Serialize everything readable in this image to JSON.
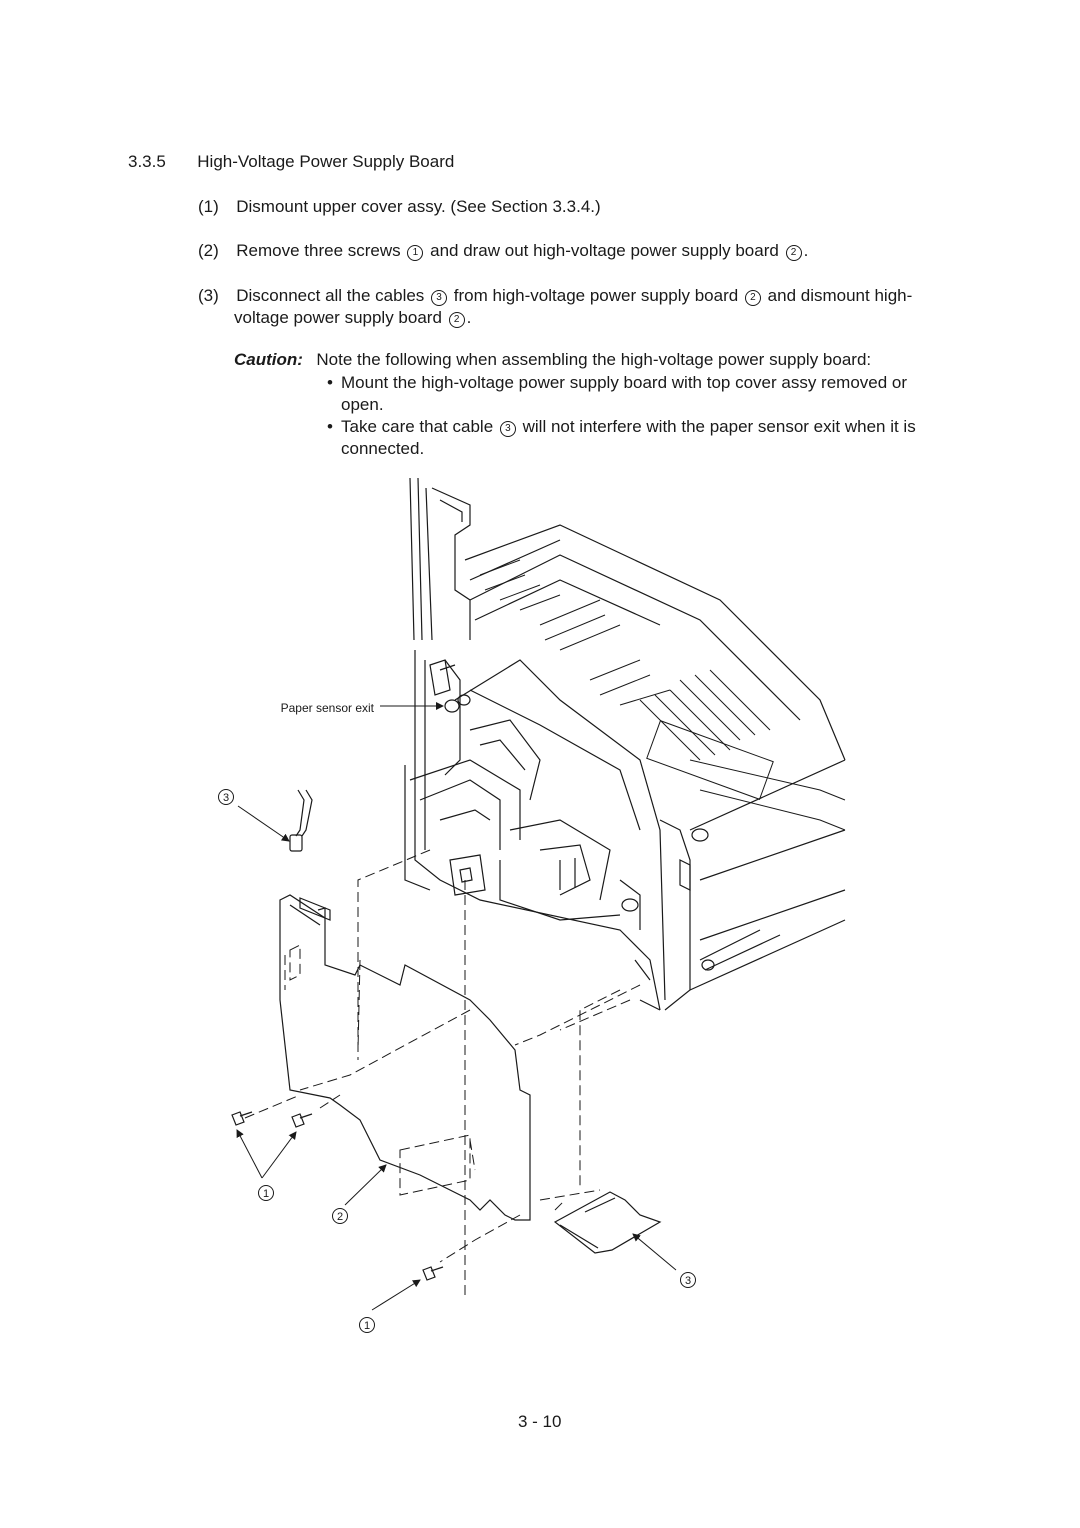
{
  "section": {
    "number": "3.3.5",
    "title": "High-Voltage Power Supply Board"
  },
  "steps": [
    {
      "num": "(1)",
      "text": "Dismount upper cover assy.  (See Section 3.3.4.)"
    },
    {
      "num": "(2)",
      "text_a": "Remove three screws",
      "ref_a": "1",
      "text_b": "and draw out high-voltage power supply board",
      "ref_b": "2",
      "text_c": "."
    },
    {
      "num": "(3)",
      "text_a": "Disconnect all the cables",
      "ref_a": "3",
      "text_b": "from high-voltage power supply board",
      "ref_b": "2",
      "text_c": "and dismount high-",
      "line2_text": "voltage power supply board",
      "ref_c": "2",
      "text_d": "."
    }
  ],
  "caution": {
    "label": "Caution:",
    "intro": "Note the following when assembling the high-voltage power supply board:",
    "bullet_char": "•",
    "bullet1_line1": "Mount the high-voltage power supply board with top cover assy removed or",
    "bullet1_line2": "open.",
    "bullet2_a": "Take care that cable",
    "bullet2_ref": "3",
    "bullet2_b": "will not interfere with the paper sensor exit when it is",
    "bullet2_line2": "connected."
  },
  "figure": {
    "paper_sensor_label": "Paper sensor exit",
    "callouts": {
      "screw_left": "1",
      "board": "2",
      "cable_top": "3",
      "cable_bottom": "3",
      "screw_bottom": "1"
    }
  },
  "page_number": "3 - 10"
}
